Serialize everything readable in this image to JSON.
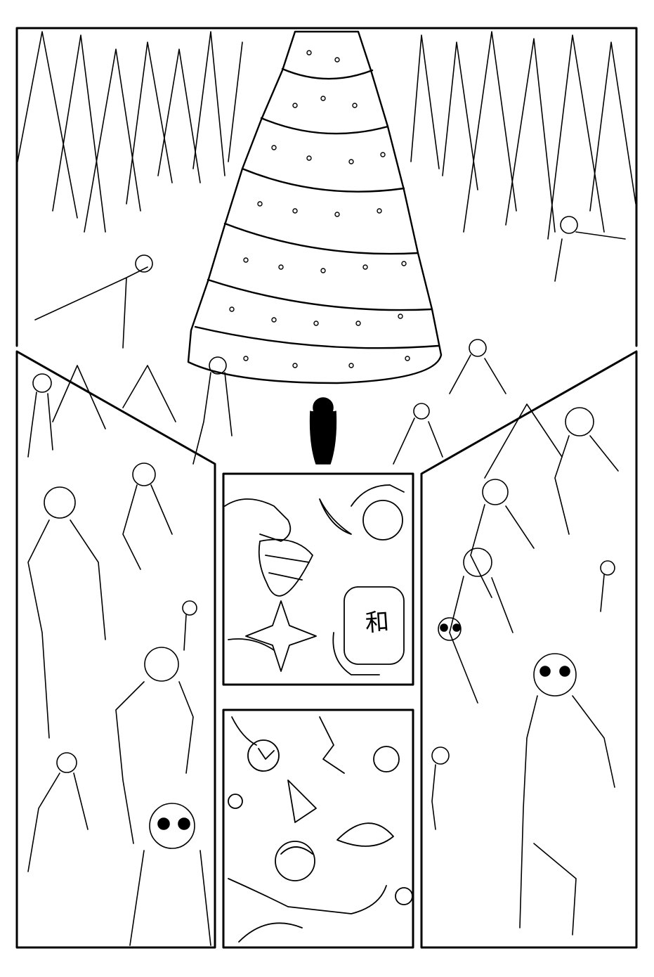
{
  "page": {
    "background": "#ffffff",
    "ink": "#000000"
  },
  "panels": [
    {
      "id": "top-tree-panel",
      "subject": "giant-christmas-tree"
    },
    {
      "id": "left-crowd-panel",
      "subject": "floating-people"
    },
    {
      "id": "center-top-panel",
      "subject": "hands-holding-ornaments"
    },
    {
      "id": "center-bottom-panel",
      "subject": "hands-holding-ornaments"
    },
    {
      "id": "right-crowd-panel",
      "subject": "floating-people"
    }
  ],
  "lantern": {
    "character": "和"
  }
}
